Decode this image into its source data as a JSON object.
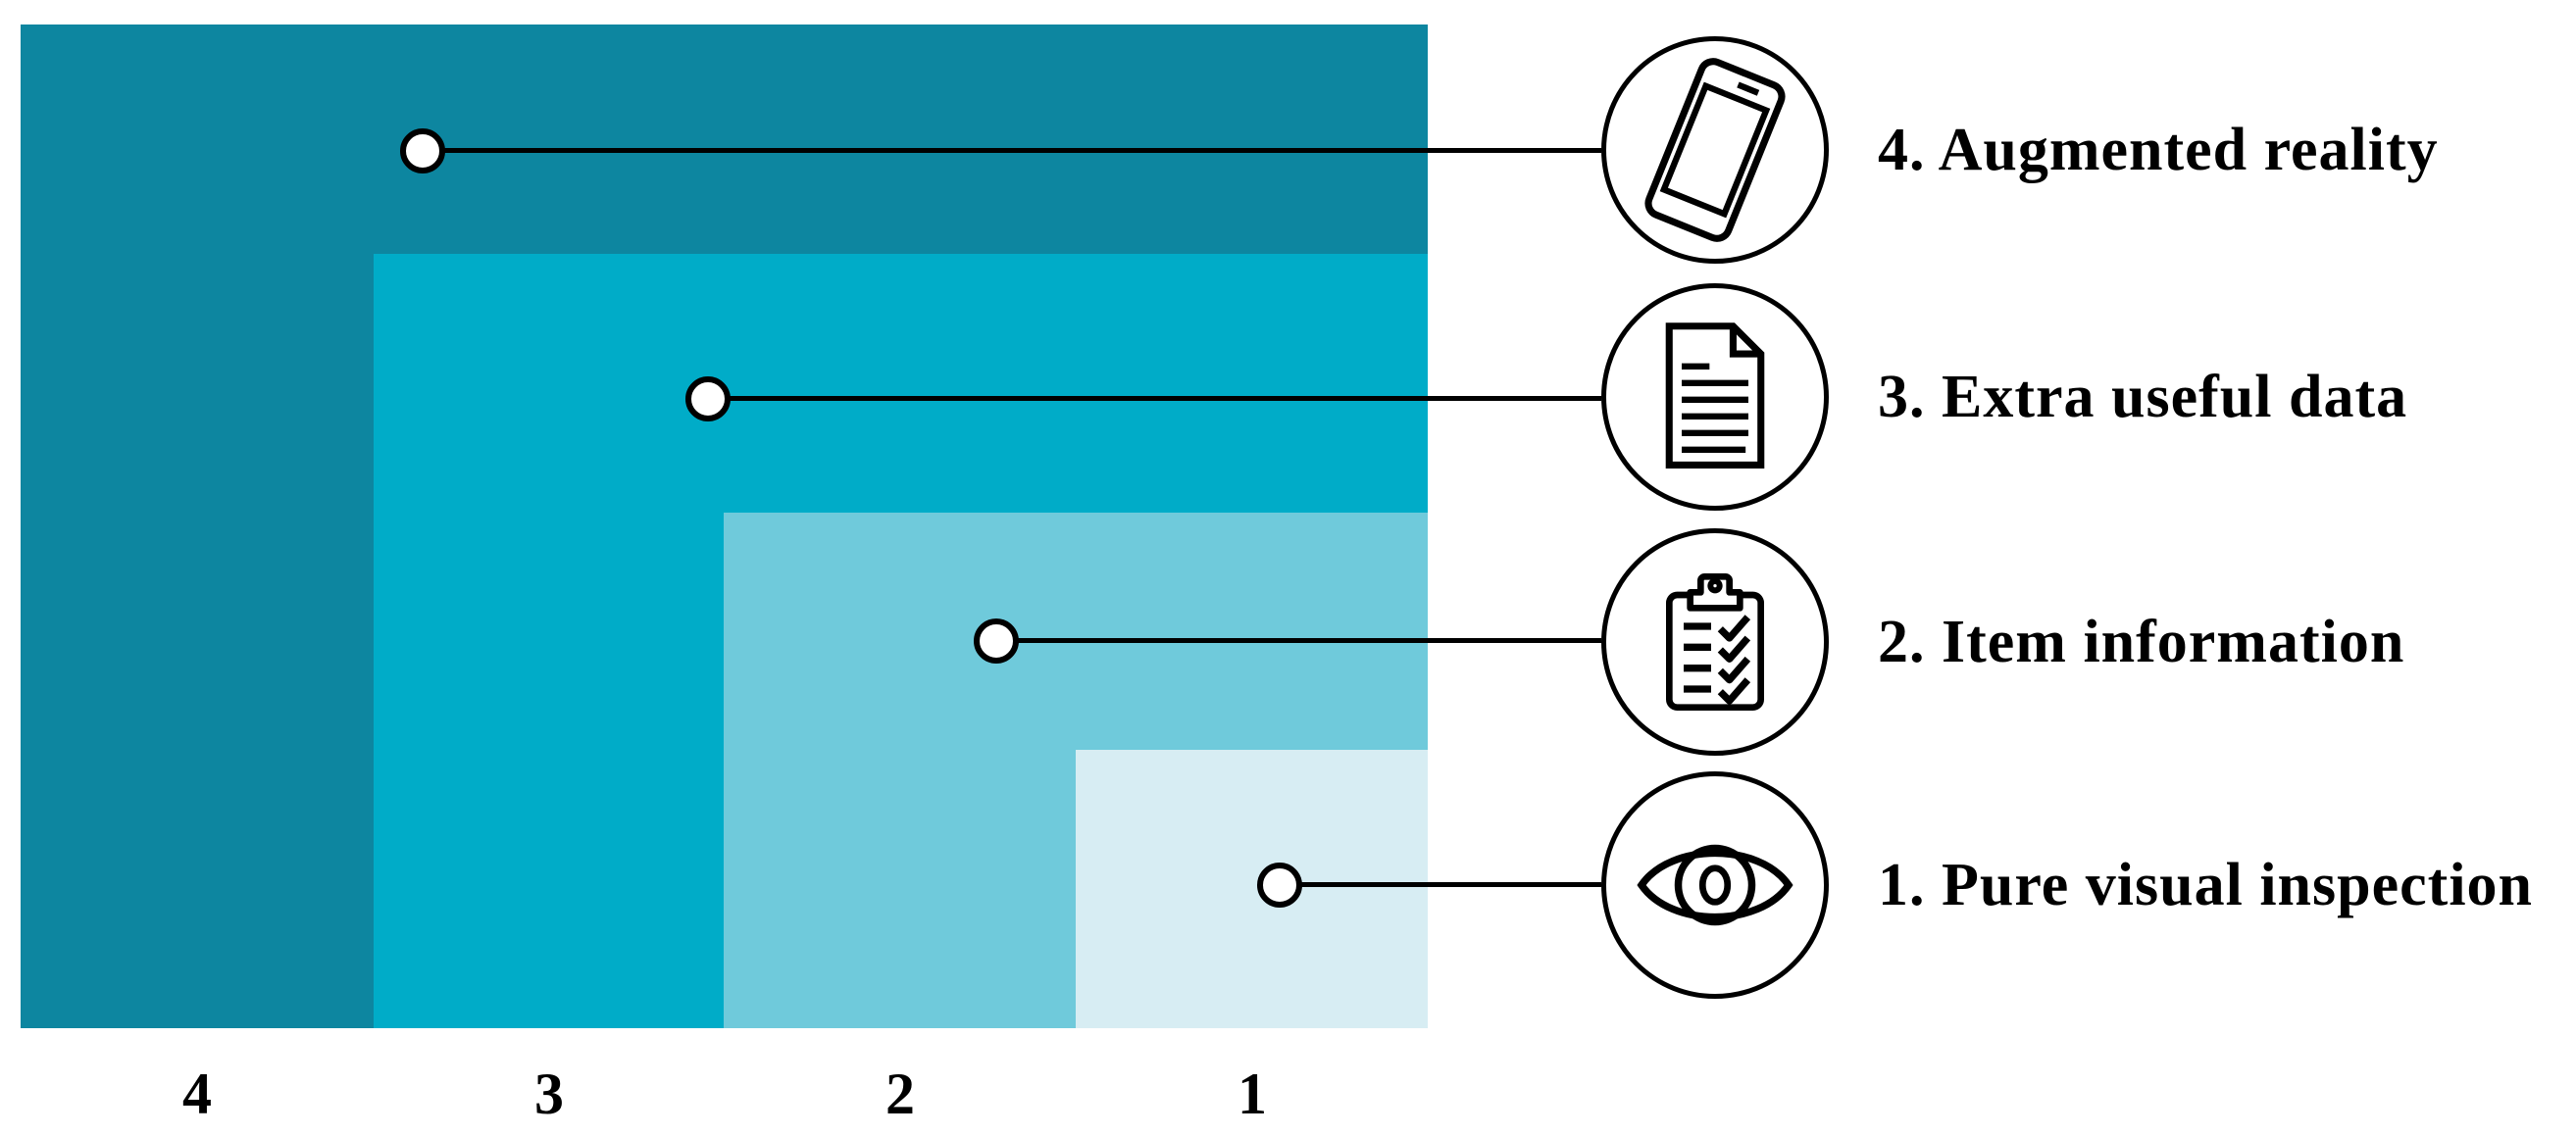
{
  "figure": {
    "levels": [
      {
        "level": "4",
        "label": "4. Augmented reality",
        "axis_label": "4",
        "color": "#0d86a0",
        "icon": "smartphone-icon"
      },
      {
        "level": "3",
        "label": "3. Extra useful data",
        "axis_label": "3",
        "color": "#00acc8",
        "icon": "document-icon"
      },
      {
        "level": "2",
        "label": "2. Item information",
        "axis_label": "2",
        "color": "#6fcadb",
        "icon": "clipboard-icon"
      },
      {
        "level": "1",
        "label": "1. Pure visual inspection",
        "axis_label": "1",
        "color": "#d7edf3",
        "icon": "eye-icon"
      }
    ],
    "ink_color": "#000000",
    "background_color": "#ffffff"
  }
}
